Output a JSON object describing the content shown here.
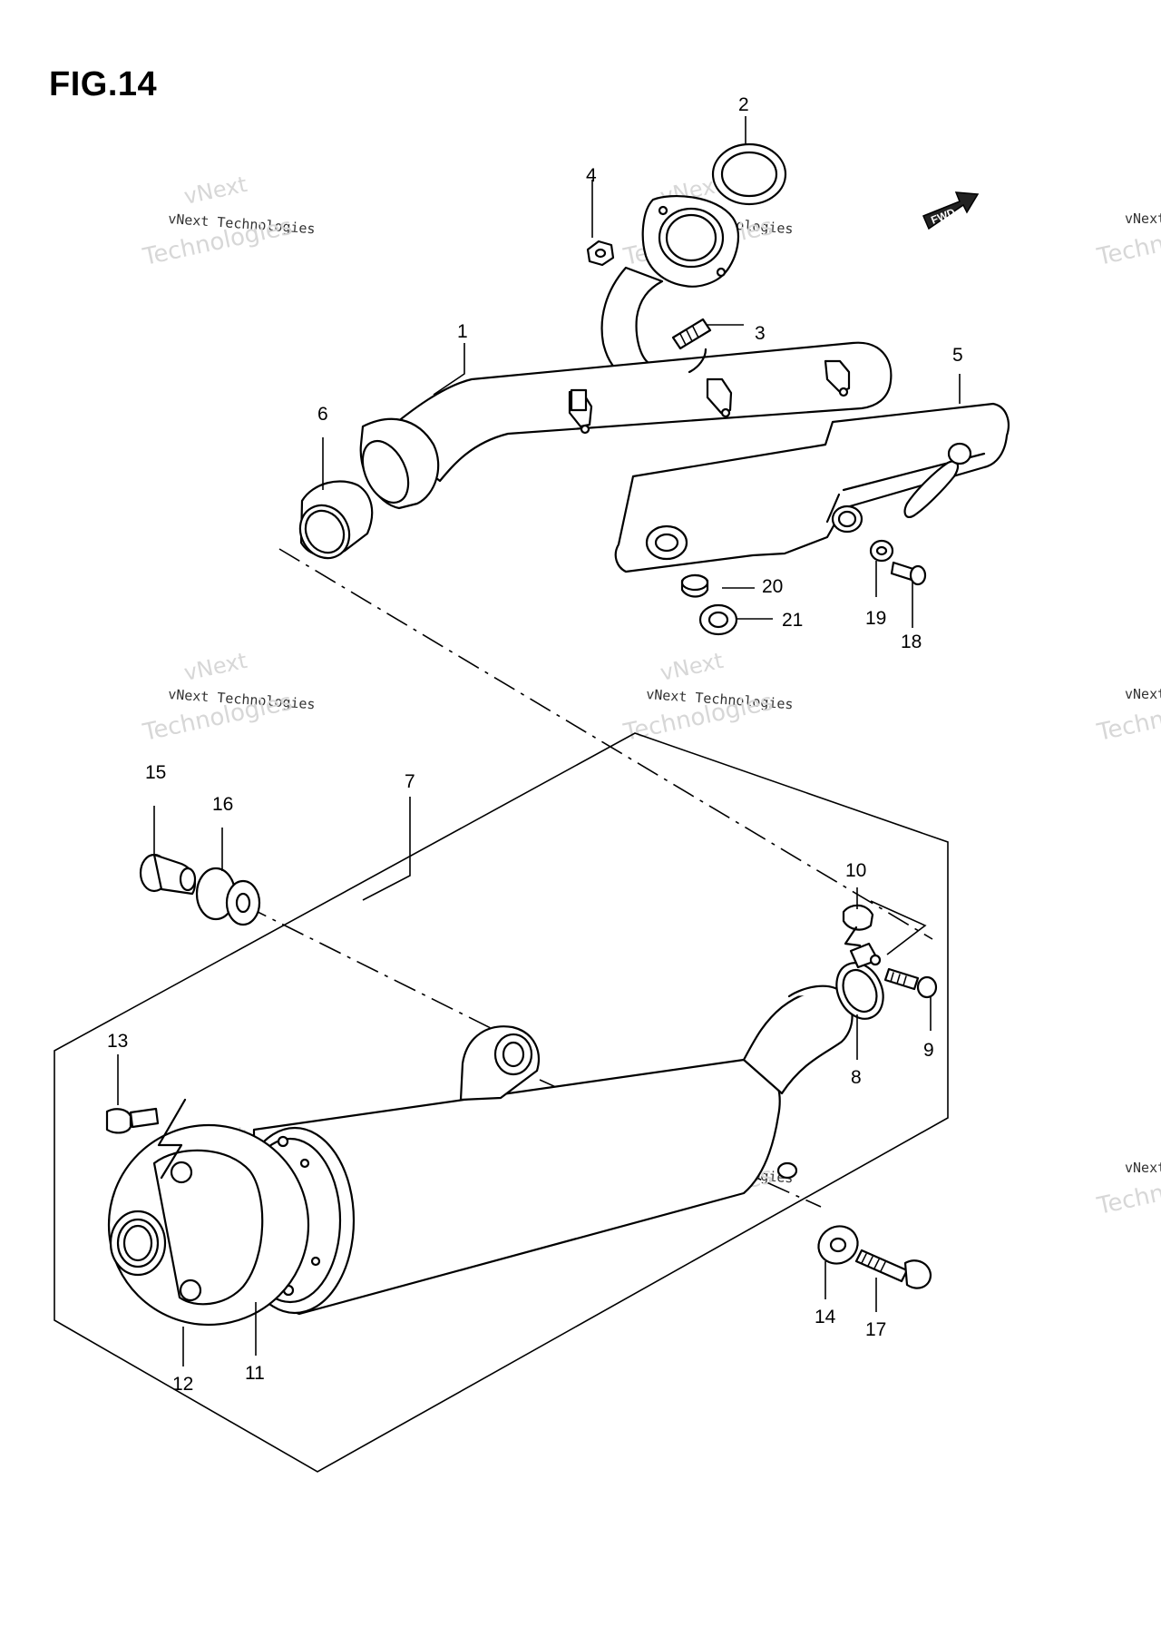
{
  "figure": {
    "title": "FIG.14",
    "fwd_label": "FWD"
  },
  "watermark": {
    "line1": "vNext",
    "line2": "vNext Technologies",
    "line3": "Technologies"
  },
  "callouts": [
    "1",
    "2",
    "3",
    "4",
    "5",
    "6",
    "7",
    "8",
    "9",
    "10",
    "11",
    "12",
    "13",
    "14",
    "15",
    "16",
    "17",
    "18",
    "19",
    "20",
    "21"
  ]
}
